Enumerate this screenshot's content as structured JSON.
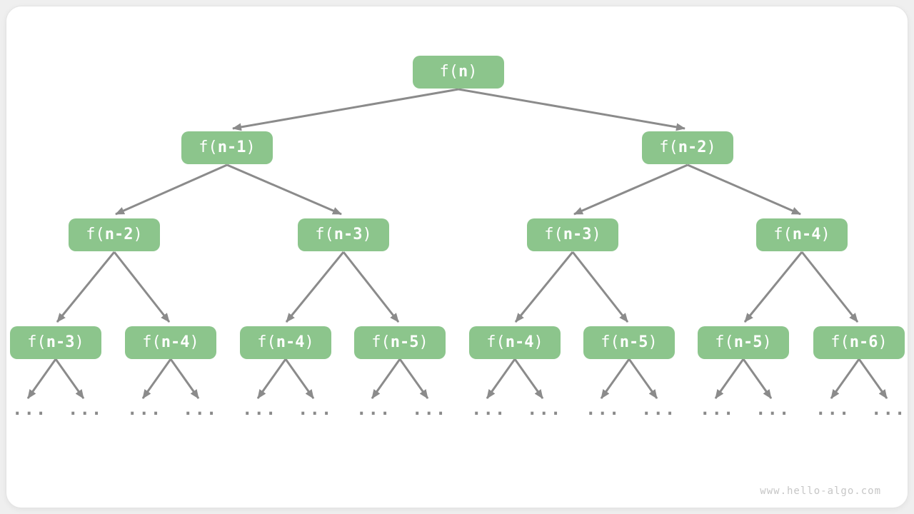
{
  "diagram": {
    "title_semantic": "recursion-tree-of-f(n)",
    "colors": {
      "node_fill": "#8cc58c",
      "node_text": "#ffffff",
      "edge": "#8b8b8b",
      "ellipsis": "#8a8a8a",
      "watermark": "#c6c6c6",
      "canvas_bg": "#ffffff",
      "page_bg": "#efefef"
    },
    "nodes": [
      {
        "level": 1,
        "open": "f(",
        "arg": "n",
        "close": ")"
      },
      {
        "level": 2,
        "open": "f(",
        "arg": "n-1",
        "close": ")"
      },
      {
        "level": 2,
        "open": "f(",
        "arg": "n-2",
        "close": ")"
      },
      {
        "level": 3,
        "open": "f(",
        "arg": "n-2",
        "close": ")"
      },
      {
        "level": 3,
        "open": "f(",
        "arg": "n-3",
        "close": ")"
      },
      {
        "level": 3,
        "open": "f(",
        "arg": "n-3",
        "close": ")"
      },
      {
        "level": 3,
        "open": "f(",
        "arg": "n-4",
        "close": ")"
      },
      {
        "level": 4,
        "open": "f(",
        "arg": "n-3",
        "close": ")"
      },
      {
        "level": 4,
        "open": "f(",
        "arg": "n-4",
        "close": ")"
      },
      {
        "level": 4,
        "open": "f(",
        "arg": "n-4",
        "close": ")"
      },
      {
        "level": 4,
        "open": "f(",
        "arg": "n-5",
        "close": ")"
      },
      {
        "level": 4,
        "open": "f(",
        "arg": "n-4",
        "close": ")"
      },
      {
        "level": 4,
        "open": "f(",
        "arg": "n-5",
        "close": ")"
      },
      {
        "level": 4,
        "open": "f(",
        "arg": "n-5",
        "close": ")"
      },
      {
        "level": 4,
        "open": "f(",
        "arg": "n-6",
        "close": ")"
      }
    ],
    "ellipsis": "...",
    "watermark": "www.hello-algo.com"
  }
}
